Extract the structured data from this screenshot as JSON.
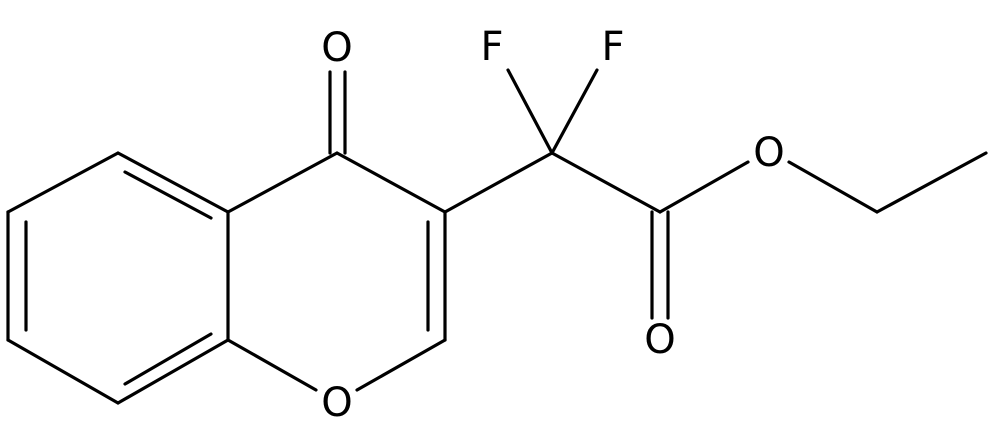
{
  "molecule": {
    "labels": {
      "carbonyl_oxygen": "O",
      "ring_oxygen": "O",
      "fluorine_left": "F",
      "fluorine_right": "F",
      "ester_oxygen": "O",
      "ester_carbonyl_oxygen": "O"
    }
  }
}
